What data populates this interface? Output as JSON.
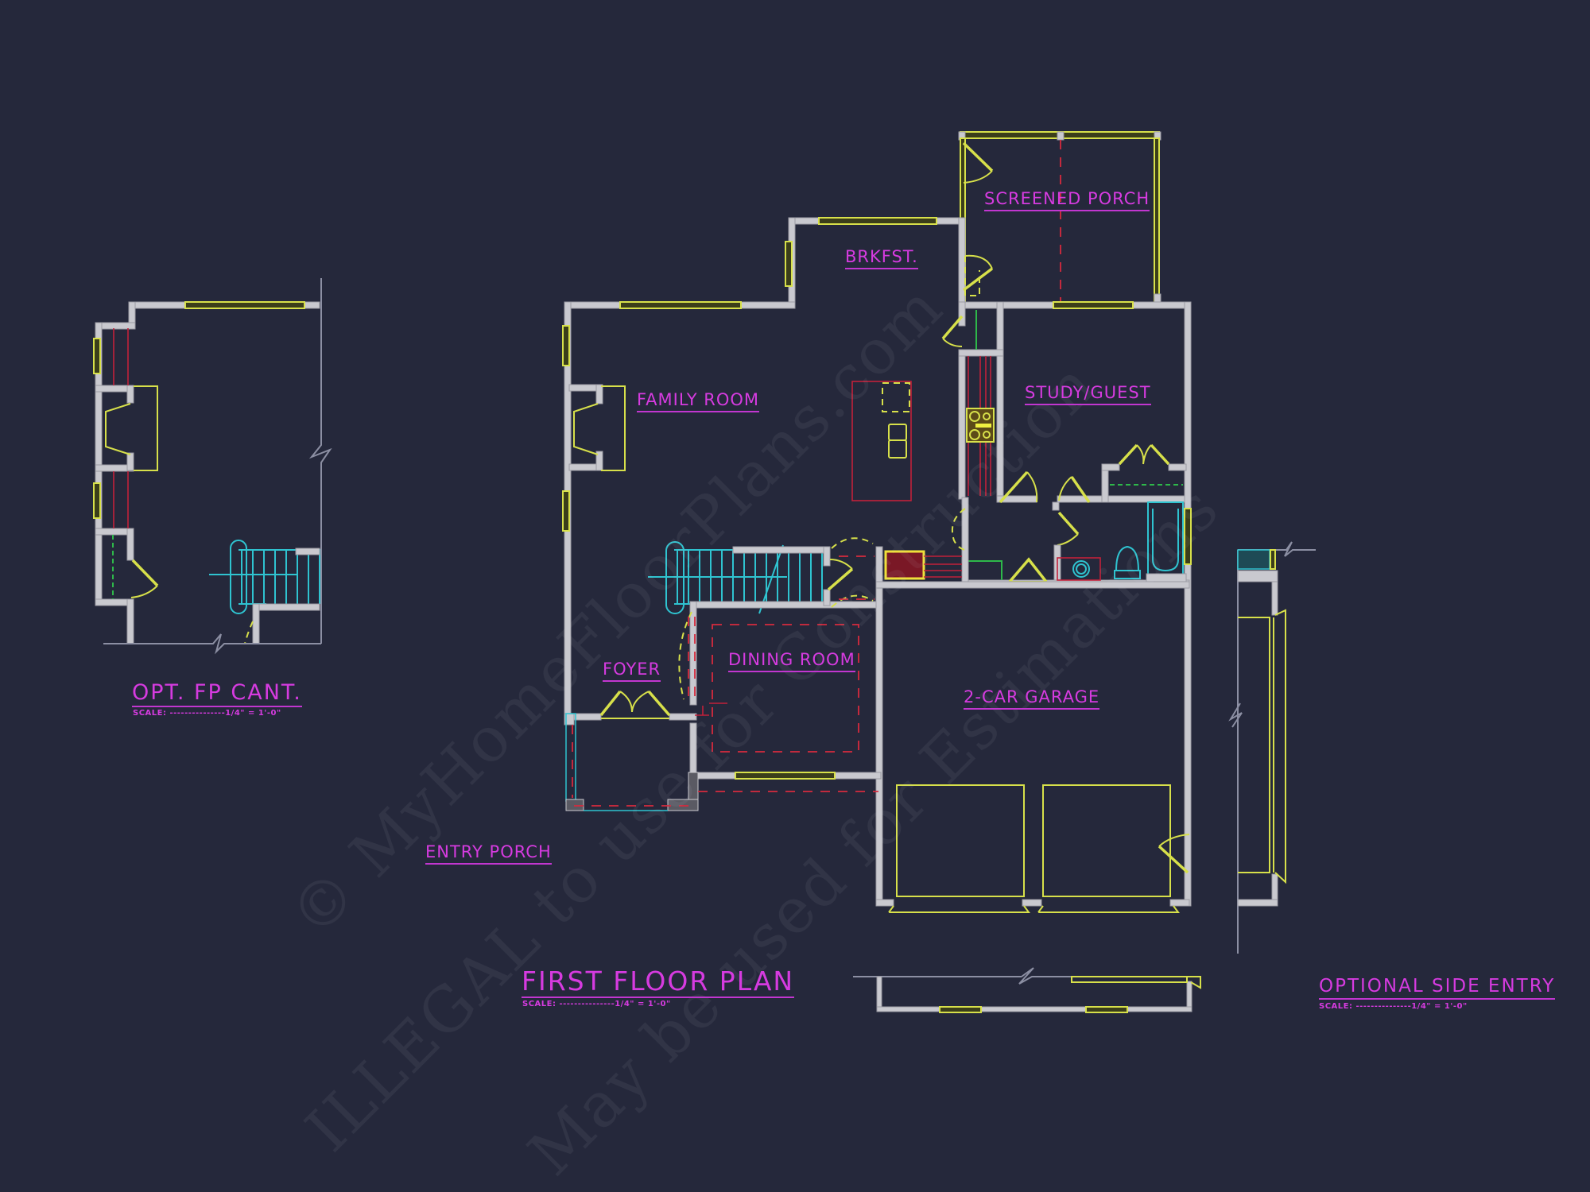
{
  "drawing": {
    "background_color": "#25283b",
    "colors": {
      "label_magenta": "#d63be0",
      "wall_hatch": "#c9c9cf",
      "window_door_yellow": "#d7e04a",
      "stair_cyan": "#2fc3d0",
      "cabinet_red": "#c2213a",
      "shelf_green": "#2eb84a"
    }
  },
  "plans": {
    "main": {
      "title": "FIRST FLOOR PLAN",
      "scale": "SCALE: ---------------1/4\" = 1'-0\""
    },
    "opt_fp": {
      "title": "OPT. FP CANT.",
      "scale": "SCALE: ---------------1/4\" = 1'-0\""
    },
    "side_entry": {
      "title": "OPTIONAL SIDE ENTRY",
      "scale": "SCALE: ---------------1/4\" = 1'-0\""
    }
  },
  "rooms": {
    "screened_porch": "SCREENED PORCH",
    "brkfst": "BRKFST.",
    "family_room": "FAMILY ROOM",
    "study_guest": "STUDY/GUEST",
    "foyer": "FOYER",
    "dining_room": "DINING ROOM",
    "garage": "2-CAR GARAGE",
    "entry_porch": "ENTRY PORCH"
  },
  "watermark": {
    "line1": "© MyHomeFloorPlans.com",
    "line2": "ILLEGAL to use for Construction",
    "line3": "May be used for Estimations"
  }
}
